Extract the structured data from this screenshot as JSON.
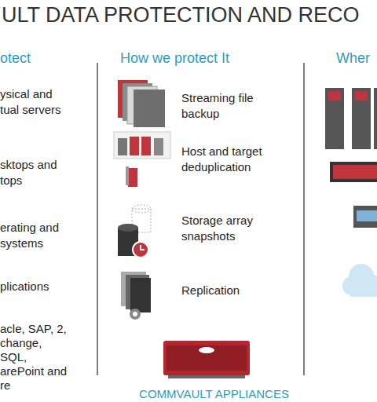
{
  "diagram": {
    "title": "ULT DATA PROTECTION AND RECO",
    "labels": [
      "otect",
      "How we protect It",
      "Wher",
      "ysical and tual servers",
      "sktops and tops",
      "erating and systems",
      "plications",
      "acle, SAP, 2, change, SQL, arePoint and re",
      "Streaming file backup",
      "Host and target deduplication",
      "Storage array snapshots",
      "Replication",
      "COMMVAULT APPLIANCES"
    ]
  }
}
